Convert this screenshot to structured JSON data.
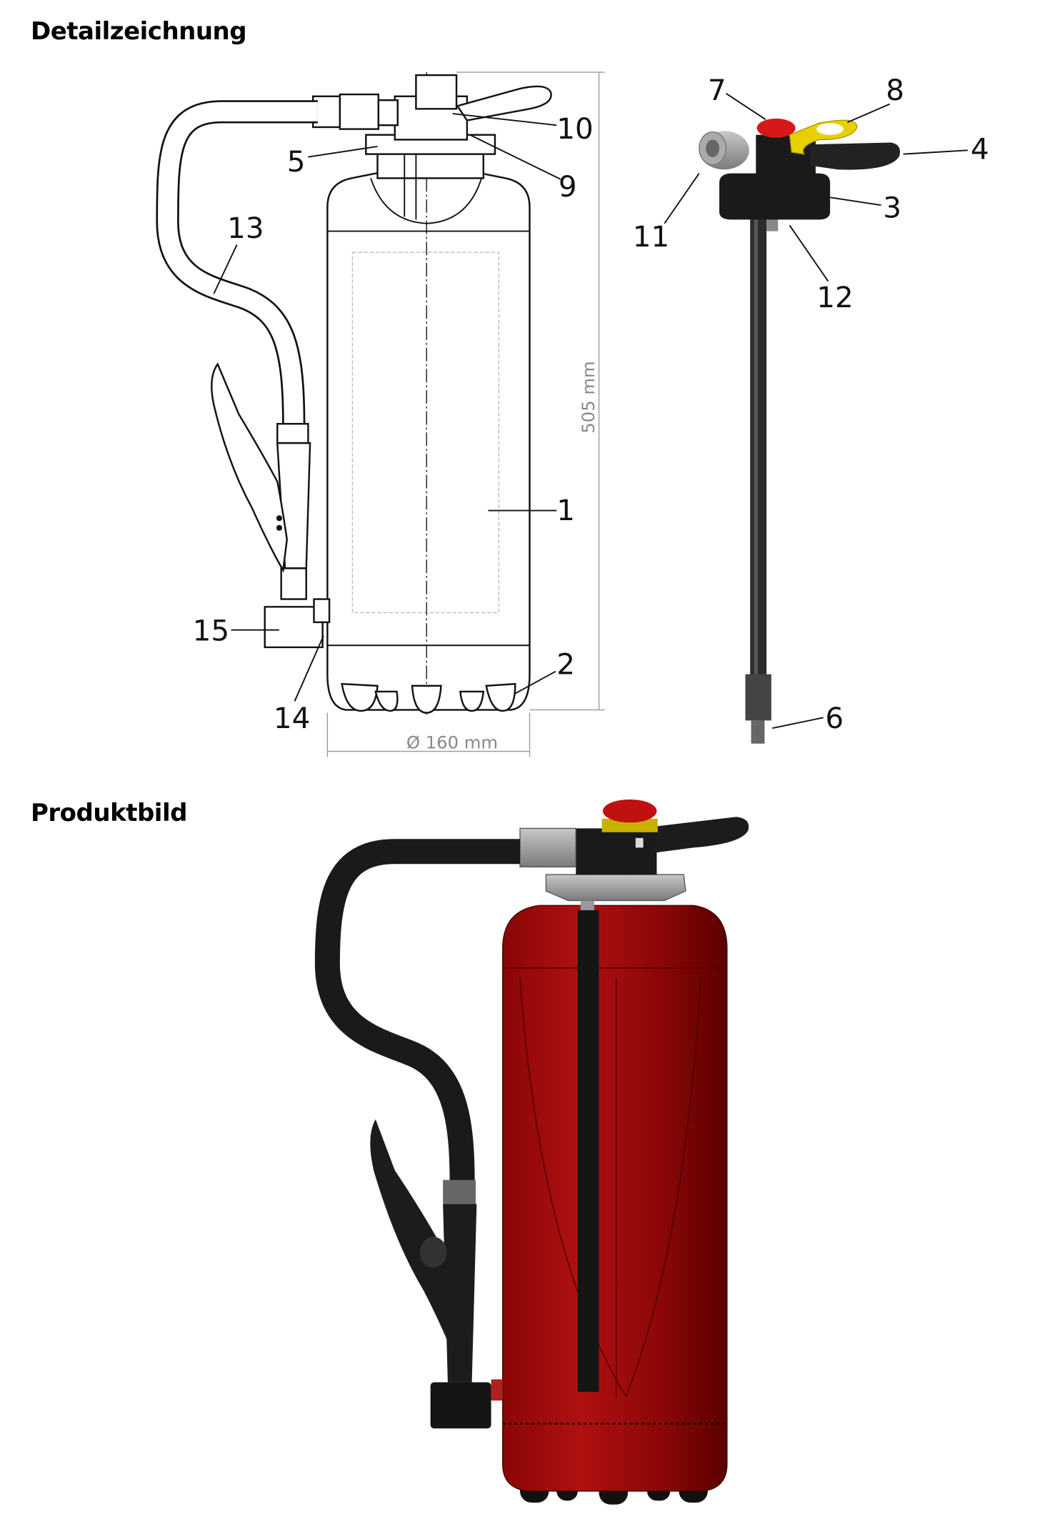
{
  "sections": {
    "drawing_title": "Detailzeichnung",
    "product_title": "Produktbild"
  },
  "dimensions": {
    "height": "505 mm",
    "diameter": "Ø 160 mm"
  },
  "callouts": {
    "c1": "1",
    "c2": "2",
    "c3": "3",
    "c4": "4",
    "c5": "5",
    "c6": "6",
    "c7": "7",
    "c8": "8",
    "c9": "9",
    "c10": "10",
    "c11": "11",
    "c12": "12",
    "c13": "13",
    "c14": "14",
    "c15": "15"
  },
  "colors": {
    "body_red": "#a40c0c",
    "button_red": "#d81818",
    "pin_yellow": "#e8d000",
    "dimension_gray": "#888888"
  }
}
